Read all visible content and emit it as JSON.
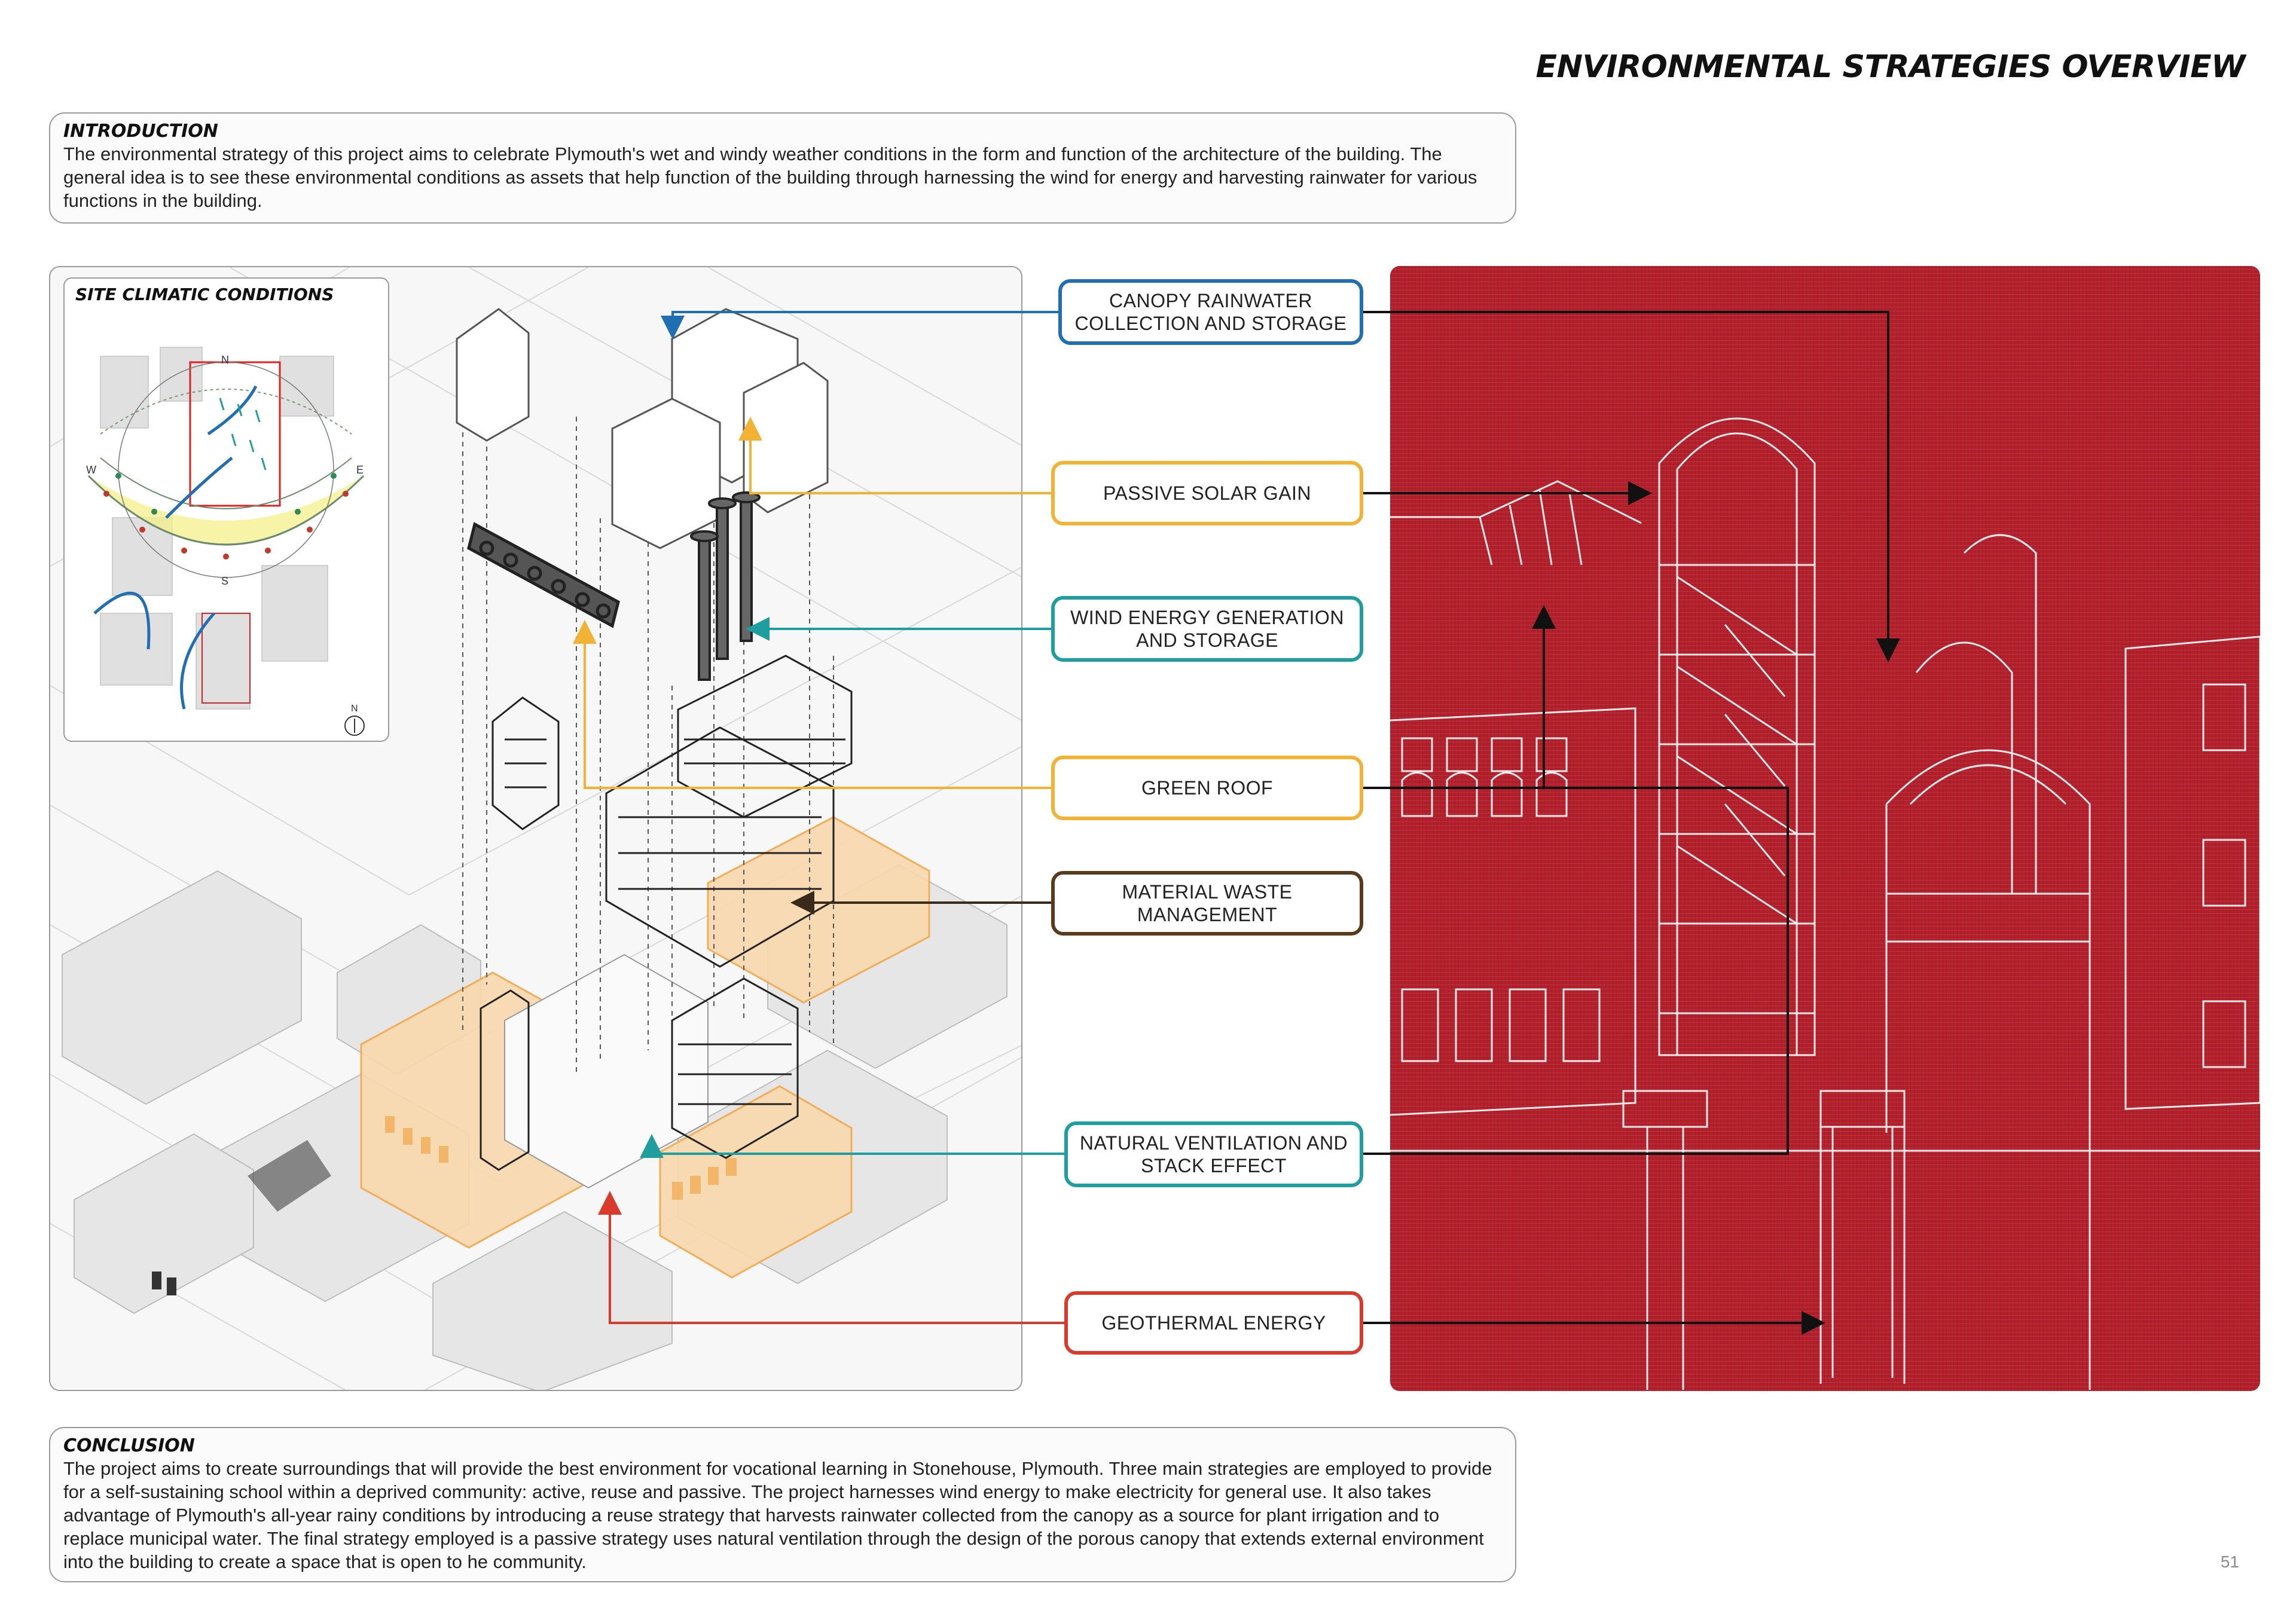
{
  "page": {
    "title": "ENVIRONMENTAL STRATEGIES OVERVIEW",
    "page_number": "51"
  },
  "introduction": {
    "heading": "INTRODUCTION",
    "body": "The environmental strategy of this project aims to celebrate Plymouth's wet and windy weather conditions in the form and function of the architecture of the building. The general idea is to see these environmental conditions as assets that help function of the building through harnessing the wind for energy and harvesting rainwater for various functions in the building."
  },
  "site_inset": {
    "heading": "SITE CLIMATIC CONDITIONS",
    "compass_north": "N",
    "compass_south": "S",
    "compass_east": "E",
    "compass_west": "W",
    "north_arrow": "N"
  },
  "strategies": [
    {
      "id": "canopy-rainwater",
      "label": "CANOPY RAINWATER COLLECTION AND STORAGE",
      "color": "#1f6fb2"
    },
    {
      "id": "passive-solar",
      "label": "PASSIVE SOLAR GAIN",
      "color": "#f2b233"
    },
    {
      "id": "wind-energy",
      "label": "WIND ENERGY GENERATION AND STORAGE",
      "color": "#1e9e9e"
    },
    {
      "id": "green-roof",
      "label": "GREEN ROOF",
      "color": "#f2b233"
    },
    {
      "id": "material-waste",
      "label": "MATERIAL WASTE MANAGEMENT",
      "color": "#5a3a1a"
    },
    {
      "id": "natural-ventilation",
      "label": "NATURAL VENTILATION AND STACK EFFECT",
      "color": "#1e9e9e"
    },
    {
      "id": "geothermal",
      "label": "GEOTHERMAL ENERGY",
      "color": "#d93a2b"
    }
  ],
  "conclusion": {
    "heading": "CONCLUSION",
    "body": "The project aims to create surroundings that will provide the best environment for vocational learning in Stonehouse, Plymouth. Three main strategies are employed to provide for a self-sustaining school within a deprived community: active, reuse and passive. The project harnesses wind energy to make electricity for general use. It also takes advantage of Plymouth's all-year rainy conditions by introducing a reuse strategy that harvests rainwater collected from the canopy as a source for plant irrigation and to replace municipal water. The final strategy employed is a passive strategy uses natural ventilation through the design of the porous canopy that extends external environment into the building to create a space that is open to he community."
  },
  "colors": {
    "red_panel": "#b3202b",
    "blue": "#1f6fb2",
    "yellow": "#f2b233",
    "teal": "#1e9e9e",
    "brown": "#5a3a1a",
    "red": "#d93a2b"
  }
}
